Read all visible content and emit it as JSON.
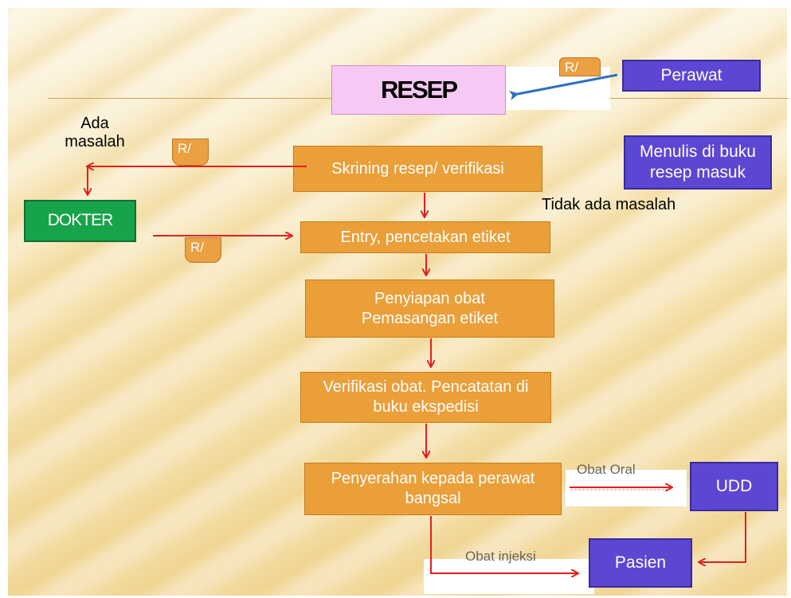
{
  "diagram": {
    "resep": "RESEP",
    "perawat": "Perawat",
    "menulis": "Menulis di buku resep masuk",
    "ada_masalah": "Ada masalah",
    "tidak_ada_masalah": "Tidak ada masalah",
    "dokter": "DOKTER",
    "rx_symbol": "R/",
    "skrining": "Skrining resep/  verifikasi",
    "entry": "Entry, pencetakan etiket",
    "penyiapan": "Penyiapan obat Pemasangan etiket",
    "verifikasi_obat": "Verifikasi obat. Pencatatan di buku ekspedisi",
    "penyerahan": "Penyerahan kepada perawat bangsal",
    "obat_oral": "Obat Oral",
    "udd": "UDD",
    "obat_injeksi": "Obat injeksi",
    "pasien": "Pasien"
  },
  "colors": {
    "orange_box": "#ea9f39",
    "purple_box": "#5b47d2",
    "green_box": "#17a34a",
    "pink_box": "#f5c9f3",
    "arrow_red": "#e41e1e",
    "arrow_blue": "#2e6fbf"
  }
}
